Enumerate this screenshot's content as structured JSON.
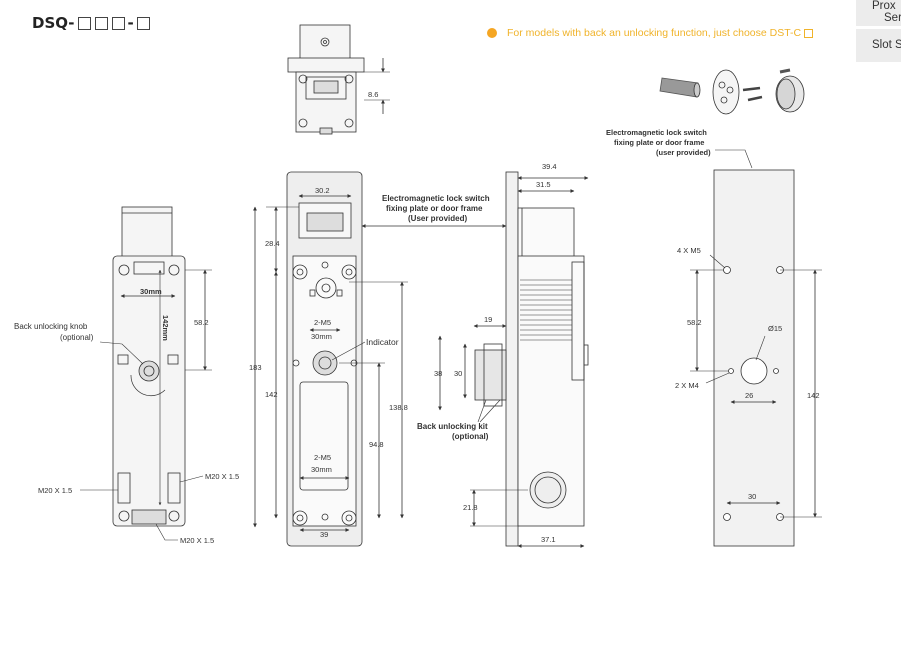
{
  "model": {
    "prefix": "DSQ-",
    "sep": "-"
  },
  "note": {
    "text": "For models with back an unlocking function, just choose DST-C",
    "dot_color": "#f5a623",
    "text_color": "#f0b32a"
  },
  "side_tabs": [
    {
      "line1": "Prox",
      "line2": "Ser"
    },
    {
      "label": "Slot S"
    }
  ],
  "left_view": {
    "dim_30mm": "30mm",
    "dim_142mm": "142mm",
    "dim_58_2": "58.2",
    "knob_label_1": "Back unlocking knob",
    "knob_label_2": "(optional)",
    "m20_left": "M20 X 1.5",
    "m20_right": "M20 X 1.5",
    "m20_bottom": "M20 X 1.5"
  },
  "top_view": {
    "dim_8_6": "8.6"
  },
  "front_view": {
    "dim_30_2": "30.2",
    "dim_28_4": "28.4",
    "dim_183": "183",
    "dim_142": "142",
    "dim_138_8": "138.8",
    "dim_94_8": "94.8",
    "dim_39": "39",
    "m5_top": "2-M5",
    "mm_top": "30mm",
    "m5_bottom": "2-M5",
    "mm_bottom": "30mm",
    "indicator": "Indicator"
  },
  "plate_label": {
    "line1": "Electromagnetic lock switch",
    "line2": "fixing plate or door frame",
    "line3": "(User provided)"
  },
  "side_view": {
    "dim_39_4": "39.4",
    "dim_31_5": "31.5",
    "dim_19": "19",
    "dim_38": "38",
    "dim_30": "30",
    "dim_21_8": "21.8",
    "dim_37_1": "37.1",
    "kit_1": "Back unlocking kit",
    "kit_2": "(optional)"
  },
  "plate_view": {
    "title_1": "Electromagnetic lock switch",
    "title_2": "fixing plate or door frame",
    "title_3": "(user provided)",
    "m5": "4 X M5",
    "m4": "2 X M4",
    "dim_58_2": "58.2",
    "dia_15": "Ø15",
    "dim_26": "26",
    "dim_142": "142",
    "dim_30": "30"
  },
  "colors": {
    "line": "#333333",
    "fill_body": "#f2f2f2",
    "fill_dark": "#d9d9d9"
  }
}
